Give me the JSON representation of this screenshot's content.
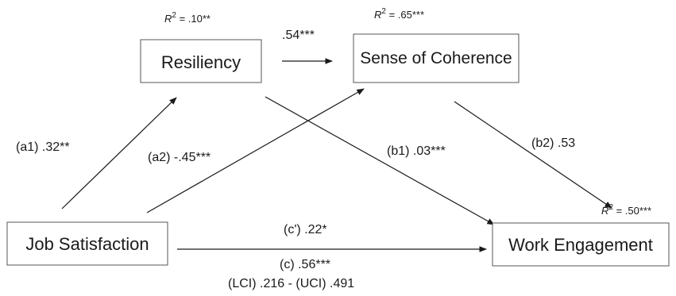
{
  "nodes": {
    "resiliency": "Resiliency",
    "coherence": "Sense of Coherence",
    "job_satisfaction": "Job Satisfaction",
    "work_engagement": "Work Engagement"
  },
  "r2": {
    "symbol": "R",
    "exponent": "2",
    "resiliency": " = .10**",
    "coherence": " = .65***",
    "work_engagement": " = .50***"
  },
  "paths": {
    "res_to_coh": ".54***",
    "a1": "(a1) .32**",
    "a2": "(a2) -.45***",
    "b1": "(b1) .03***",
    "b2": "(b2) .53",
    "c_prime": "(c') .22*",
    "c": "(c) .56***",
    "ci": "(LCI) .216 - (UCI) .491"
  }
}
